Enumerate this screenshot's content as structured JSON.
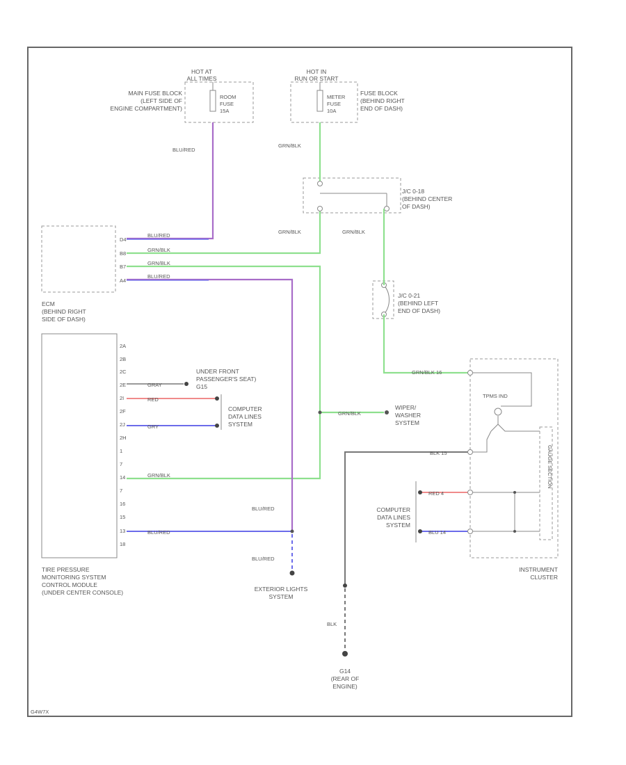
{
  "fuse_hot_at_all": {
    "hot_label": [
      "HOT AT",
      "ALL TIMES"
    ],
    "location": [
      "MAIN FUSE BLOCK",
      "(LEFT SIDE OF",
      "ENGINE COMPARTMENT)"
    ],
    "fuse": [
      "ROOM",
      "FUSE",
      "15A"
    ]
  },
  "fuse_hot_in_run": {
    "hot_label": [
      "HOT IN",
      "RUN OR START"
    ],
    "location": [
      "FUSE BLOCK",
      "(BEHIND RIGHT",
      "END OF DASH)"
    ],
    "fuse": [
      "METER",
      "FUSE",
      "10A"
    ]
  },
  "jc_018": [
    "J/C 0-18",
    "(BEHIND CENTER",
    "OF DASH)"
  ],
  "jc_021": [
    "J/C 0-21",
    "(BEHIND LEFT",
    "END OF DASH)"
  ],
  "ecm": {
    "label": [
      "ECM",
      "(BEHIND RIGHT",
      "SIDE OF DASH)"
    ],
    "pins": [
      "D4",
      "B8",
      "B7",
      "A4"
    ]
  },
  "tpms": {
    "label": [
      "TIRE PRESSURE",
      "MONITORING SYSTEM",
      "CONTROL MODULE",
      "(UNDER CENTER CONSOLE)"
    ],
    "pins": [
      "2A",
      "2B",
      "2C",
      "2E",
      "2I",
      "2F",
      "2J",
      "2H",
      "1",
      "7",
      "14",
      "7",
      "16",
      "15",
      "13",
      "18"
    ]
  },
  "ground_front": [
    "UNDER FRONT",
    "PASSENGER'S SEAT)",
    "G15"
  ],
  "computer_data_1": [
    "COMPUTER",
    "DATA LINES",
    "SYSTEM"
  ],
  "computer_data_2": [
    "COMPUTER",
    "DATA LINES",
    "SYSTEM"
  ],
  "wiper": [
    "WIPER/",
    "WASHER",
    "SYSTEM"
  ],
  "exterior_lights": [
    "EXTERIOR LIGHTS",
    "SYSTEM"
  ],
  "ground_g14": [
    "G14",
    "(REAR OF",
    "ENGINE)"
  ],
  "instrument_cluster": {
    "label": [
      "INSTRUMENT",
      "CLUSTER"
    ],
    "tpms_ind": "TPMS IND",
    "side_label": "GAUGE SECTION"
  },
  "wires": {
    "blu_red": "BLU/RED",
    "grn_blk": "GRN/BLK",
    "gray": "GRAY",
    "red": "RED",
    "gry": "GRY",
    "grn_blk_16": "GRN/BLK 16",
    "blk_15": "BLK 15",
    "red_4": "RED 4",
    "blu_14": "BLU 14",
    "blk": "BLK"
  },
  "figure_code": "G4W7X"
}
